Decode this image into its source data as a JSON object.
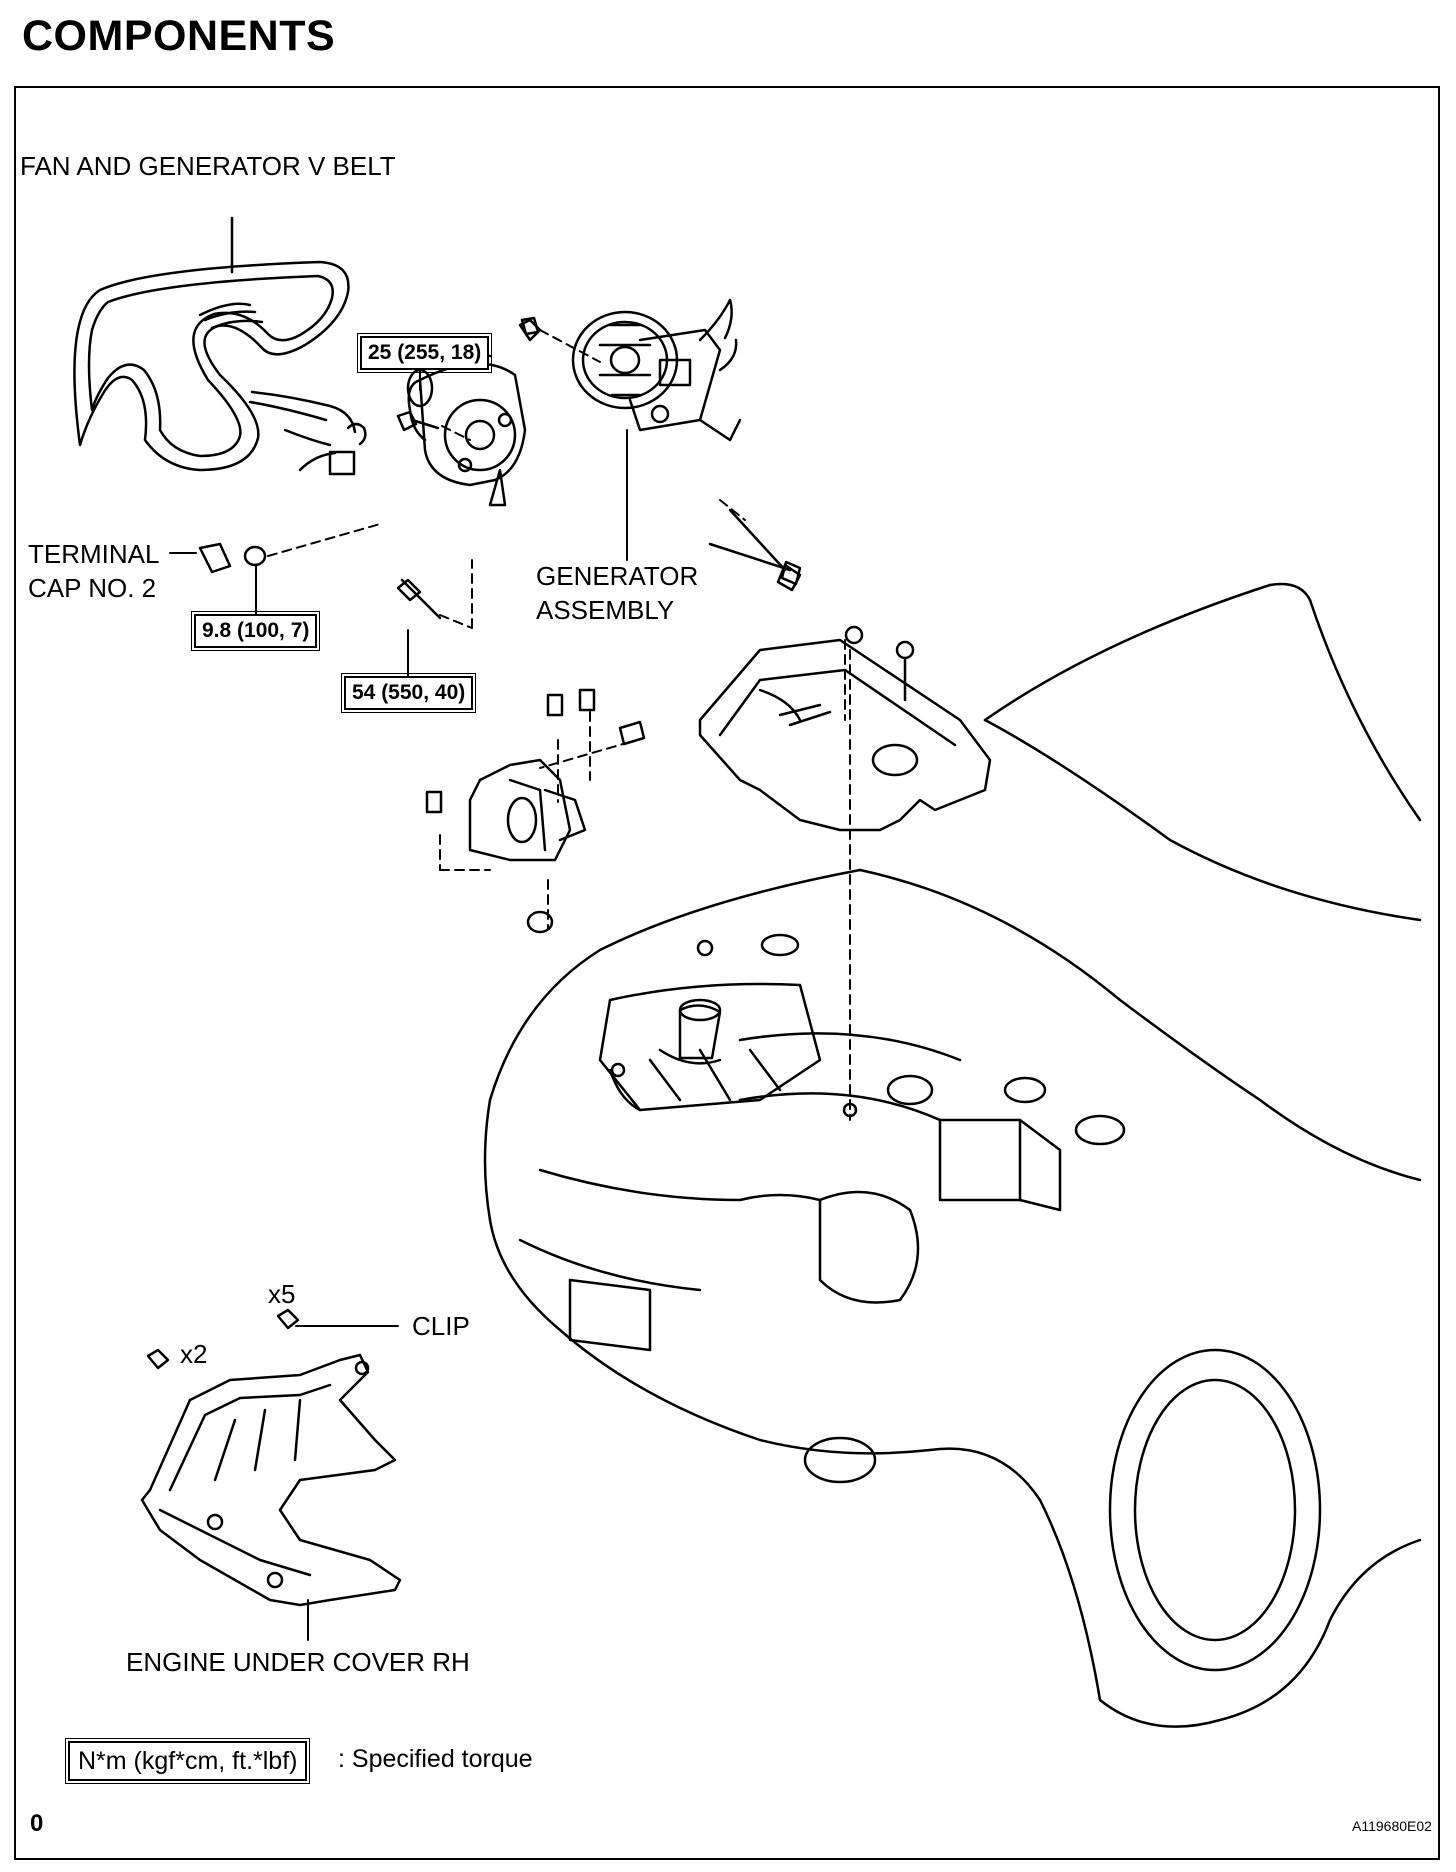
{
  "page": {
    "title": "COMPONENTS",
    "page_number": "0",
    "figure_code": "A119680E02"
  },
  "labels": {
    "fan_belt": "FAN AND GENERATOR V BELT",
    "terminal_cap_line1": "TERMINAL",
    "terminal_cap_line2": "CAP NO. 2",
    "generator_line1": "GENERATOR",
    "generator_line2": "ASSEMBLY",
    "clip": "CLIP",
    "clip_qty": "x5",
    "bolt_qty": "x2",
    "under_cover": "ENGINE UNDER COVER RH"
  },
  "torque": {
    "t1": "25 (255, 18)",
    "t2": "9.8 (100, 7)",
    "t3": "54 (550, 40)"
  },
  "legend": {
    "unit": "N*m (kgf*cm, ft.*lbf)",
    "text": ": Specified torque"
  }
}
